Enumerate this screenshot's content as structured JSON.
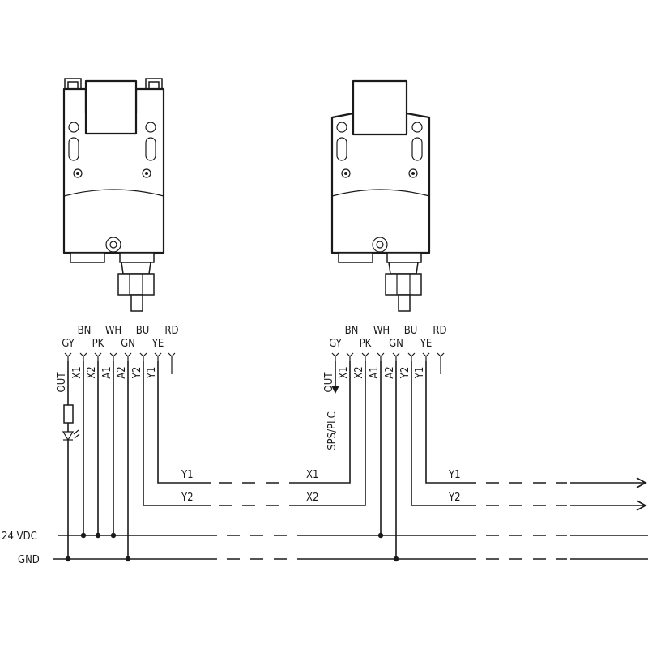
{
  "wire_colors_top": [
    "BN",
    "WH",
    "BU",
    "RD"
  ],
  "wire_colors_bottom": [
    "GY",
    "PK",
    "GN",
    "YE"
  ],
  "terminals": [
    "OUT",
    "X1",
    "X2",
    "A1",
    "A2",
    "Y2",
    "Y1"
  ],
  "plc_label": "SPS/PLC",
  "signals": {
    "y1": "Y1",
    "y2": "Y2",
    "x1": "X1",
    "x2": "X2"
  },
  "rails": {
    "supply": "24  VDC",
    "ground": "GND"
  }
}
